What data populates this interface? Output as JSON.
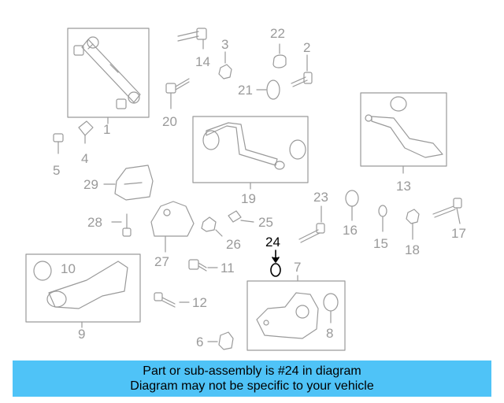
{
  "highlight_part": "24",
  "colors": {
    "part_line": "#9a9a9a",
    "highlight": "#000000",
    "banner_bg": "#4fc3f7",
    "banner_text": "#000000"
  },
  "callouts": {
    "c1": "1",
    "c2": "2",
    "c3": "3",
    "c4": "4",
    "c5": "5",
    "c6": "6",
    "c7": "7",
    "c8": "8",
    "c9": "9",
    "c10": "10",
    "c11": "11",
    "c12": "12",
    "c13": "13",
    "c14": "14",
    "c15": "15",
    "c16": "16",
    "c17": "17",
    "c18": "18",
    "c19": "19",
    "c20": "20",
    "c21": "21",
    "c22": "22",
    "c23": "23",
    "c24": "24",
    "c25": "25",
    "c26": "26",
    "c27": "27",
    "c28": "28",
    "c29": "29"
  },
  "banner": {
    "line1": "Part or sub-assembly is #24 in diagram",
    "line2": "Diagram may not be specific to your vehicle"
  }
}
